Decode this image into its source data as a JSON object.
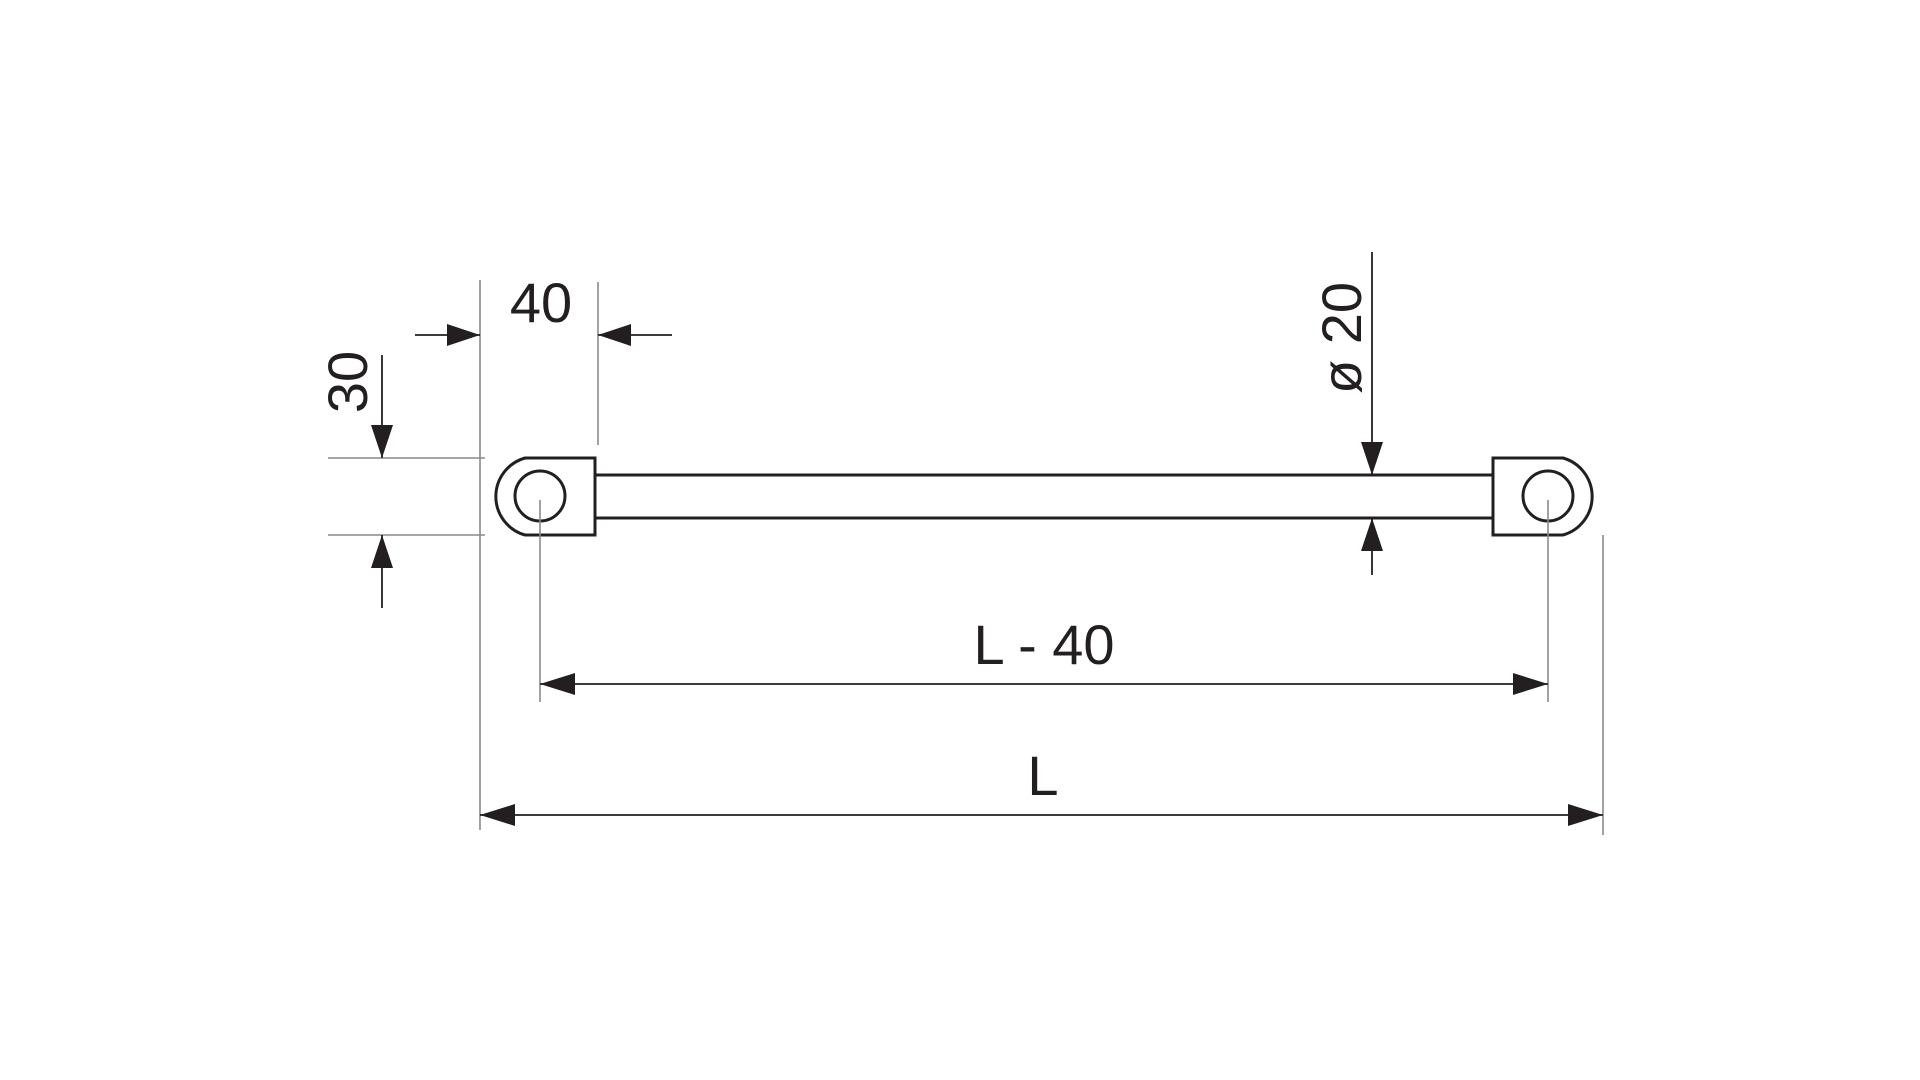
{
  "labels": {
    "eye_offset": "40",
    "eye_height": "30",
    "rod_diameter": "ø 20",
    "center_distance": "L - 40",
    "overall_length": "L"
  },
  "colors": {
    "line": "#231f20",
    "extension_line": "#8a8a8a",
    "background": "#ffffff"
  }
}
